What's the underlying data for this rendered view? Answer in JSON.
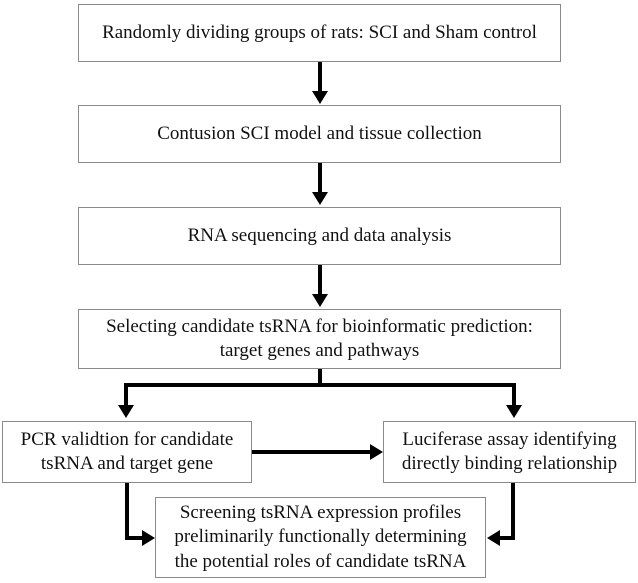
{
  "diagram": {
    "title": "Experimental workflow flowchart",
    "style": {
      "box_border_color": "#8a8a8a",
      "box_fill_color": "#ffffff",
      "arrow_color": "#000000",
      "text_color": "#111111",
      "background_color": "#ffffff"
    },
    "nodes": [
      {
        "id": "randomize",
        "text": "Randomly dividing groups of rats: SCI and Sham control"
      },
      {
        "id": "model",
        "text": "Contusion SCI model and tissue collection"
      },
      {
        "id": "rnaseq",
        "text": "RNA sequencing and data analysis"
      },
      {
        "id": "select",
        "text": "Selecting candidate tsRNA for bioinformatic prediction:\ntarget genes and pathways"
      },
      {
        "id": "pcr",
        "text": "PCR validtion for candidate\ntsRNA and target gene"
      },
      {
        "id": "luciferase",
        "text": "Luciferase assay identifying\ndirectly binding relationship"
      },
      {
        "id": "screening",
        "text": "Screening tsRNA expression profiles\npreliminarily functionally determining\nthe potential roles of candidate tsRNA"
      }
    ],
    "edges": [
      {
        "id": "e1",
        "from": "randomize",
        "to": "model",
        "shape": "vertical",
        "arrow": "down"
      },
      {
        "id": "e2",
        "from": "model",
        "to": "rnaseq",
        "shape": "vertical",
        "arrow": "down"
      },
      {
        "id": "e3",
        "from": "rnaseq",
        "to": "select",
        "shape": "vertical",
        "arrow": "down"
      },
      {
        "id": "e4",
        "from": "select",
        "to": "pcr",
        "shape": "fork-left",
        "arrow": "down"
      },
      {
        "id": "e5",
        "from": "select",
        "to": "luciferase",
        "shape": "fork-right",
        "arrow": "down"
      },
      {
        "id": "e6",
        "from": "pcr",
        "to": "luciferase",
        "shape": "horizontal",
        "arrow": "right"
      },
      {
        "id": "e7",
        "from": "pcr",
        "to": "screening",
        "shape": "elbow-down-right",
        "arrow": "right"
      },
      {
        "id": "e8",
        "from": "luciferase",
        "to": "screening",
        "shape": "elbow-down-left",
        "arrow": "left"
      }
    ]
  }
}
